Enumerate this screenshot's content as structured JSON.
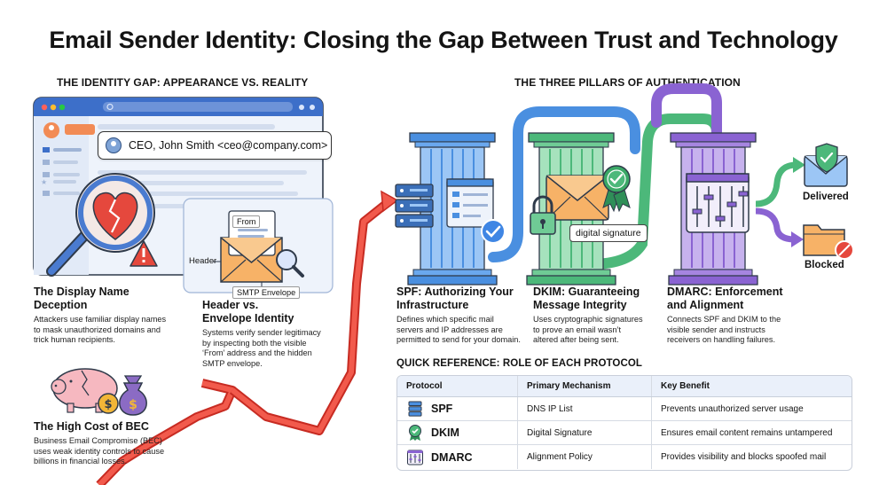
{
  "title": "Email Sender Identity: Closing the Gap Between Trust and Technology",
  "left_section": {
    "heading": "THE IDENTITY GAP: APPEARANCE VS. REALITY",
    "sender_display": "CEO, John Smith <ceo@company.com>",
    "display_name": {
      "title_line1": "The Display Name",
      "title_line2": "Deception",
      "body_lines": [
        "Attackers use familiar display names",
        "to mask unauthorized domains and",
        "trick human recipients."
      ]
    },
    "header_envelope": {
      "from_label": "From",
      "header_label": "Header",
      "smtp_label": "SMTP Envelope",
      "title_line1": "Header vs.",
      "title_line2": "Envelope Identity",
      "body_lines": [
        "Systems verify sender legitimacy",
        "by inspecting both the visible",
        "‘From’ address and the hidden",
        "SMTP envelope."
      ]
    },
    "bec": {
      "title": "The High Cost of BEC",
      "body_lines": [
        "Business Email Compromise (BEC)",
        "uses weak identity controls to cause",
        "billions in financial losses."
      ]
    }
  },
  "right_section": {
    "heading": "THE THREE PILLARS OF AUTHENTICATION",
    "pillars": [
      {
        "title_line1": "SPF: Authorizing Your",
        "title_line2": "Infrastructure",
        "body_lines": [
          "Defines which specific mail",
          "servers and IP addresses are",
          "permitted to send for your domain."
        ]
      },
      {
        "title_line1": "DKIM: Guaranteeing",
        "title_line2": "Message Integrity",
        "body_lines": [
          "Uses cryptographic signatures",
          "to prove an email wasn’t",
          "altered after being sent."
        ],
        "badge": "digital signature"
      },
      {
        "title_line1": "DMARC: Enforcement",
        "title_line2": "and Alignment",
        "body_lines": [
          "Connects SPF and DKIM to the",
          "visible sender and instructs",
          "receivers on handling failures."
        ]
      }
    ],
    "outcomes": {
      "delivered": "Delivered",
      "blocked": "Blocked"
    }
  },
  "quick_reference": {
    "heading": "QUICK REFERENCE: ROLE OF EACH PROTOCOL",
    "columns": [
      "Protocol",
      "Primary Mechanism",
      "Key Benefit"
    ],
    "rows": [
      {
        "protocol": "SPF",
        "mechanism": "DNS IP List",
        "benefit": "Prevents unauthorized server usage",
        "icon": "server-stack-icon"
      },
      {
        "protocol": "DKIM",
        "mechanism": "Digital Signature",
        "benefit": "Ensures email content remains untampered",
        "icon": "award-ribbon-icon"
      },
      {
        "protocol": "DMARC",
        "mechanism": "Alignment Policy",
        "benefit": "Provides visibility and blocks spoofed mail",
        "icon": "sliders-icon"
      }
    ]
  },
  "colors": {
    "spf_blue": "#4a8fe0",
    "dkim_green": "#4cb87a",
    "dmarc_purple": "#8a63d2",
    "warning_red": "#e5483d",
    "envelope_orange": "#f7b267"
  }
}
